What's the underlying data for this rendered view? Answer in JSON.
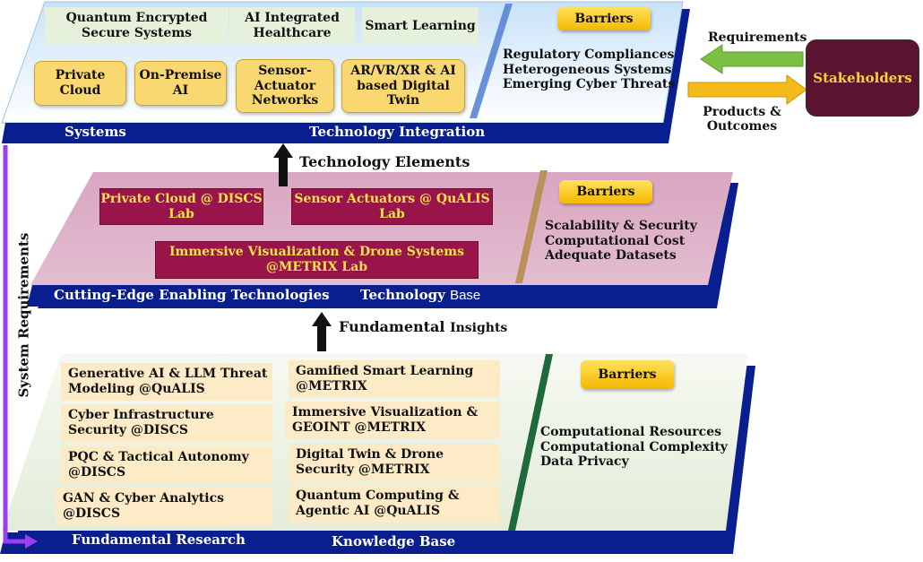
{
  "top_layer": {
    "apps": [
      "Quantum Encrypted Secure Systems",
      "AI Integrated Healthcare",
      "Smart Learning"
    ],
    "systems": [
      "Private Cloud",
      "On-Premise AI",
      "Sensor-Actuator Networks",
      "AR/VR/XR & AI based Digital Twin"
    ],
    "barriers_label": "Barriers",
    "barriers": [
      "Regulatory Compliances",
      "Heterogeneous Systems",
      "Emerging Cyber Threats"
    ],
    "band_left": "Systems",
    "band_right": "Technology Integration"
  },
  "stakeholders": {
    "label": "Stakeholders",
    "requirements": "Requirements",
    "products": "Products & Outcomes"
  },
  "arrow_labels": {
    "technology_elements": "Technology Elements",
    "fundamental": "Fundamental",
    "insights": "Insights",
    "system_requirements": "System Requirements"
  },
  "middle_layer": {
    "labs": [
      "Private Cloud @ DISCS Lab",
      "Sensor Actuators @ QuALIS Lab",
      "Immersive Visualization & Drone Systems @METRIX Lab"
    ],
    "barriers_label": "Barriers",
    "barriers": [
      "Scalability & Security",
      "Computational Cost",
      "Adequate Datasets"
    ],
    "band_left": "Cutting-Edge Enabling Technologies",
    "band_right_a": "Technology",
    "band_right_b": "Base"
  },
  "bottom_layer": {
    "research_left": [
      "Generative AI & LLM Threat Modeling @QuALIS",
      "Cyber Infrastructure Security @DISCS",
      "PQC & Tactical Autonomy @DISCS",
      "GAN & Cyber Analytics @DISCS"
    ],
    "research_right": [
      "Gamified Smart Learning @METRIX",
      "Immersive Visualization & GEOINT @METRIX",
      "Digital Twin & Drone Security @METRIX",
      "Quantum Computing & Agentic AI @QuALIS"
    ],
    "barriers_label": "Barriers",
    "barriers": [
      "Computational Resources",
      "Computational Complexity",
      "Data Privacy"
    ],
    "band_left": "Fundamental Research",
    "band_right": "Knowledge Base"
  },
  "colors": {
    "band_blue": "#0a1f8f",
    "top_panel": "#dcecfb",
    "middle_panel": "#ddaec6",
    "bottom_panel": "#e9f0e0",
    "lab_box": "#98144a",
    "stakeholder_box": "#5a1430",
    "purple_arrow": "#9b3df0"
  }
}
